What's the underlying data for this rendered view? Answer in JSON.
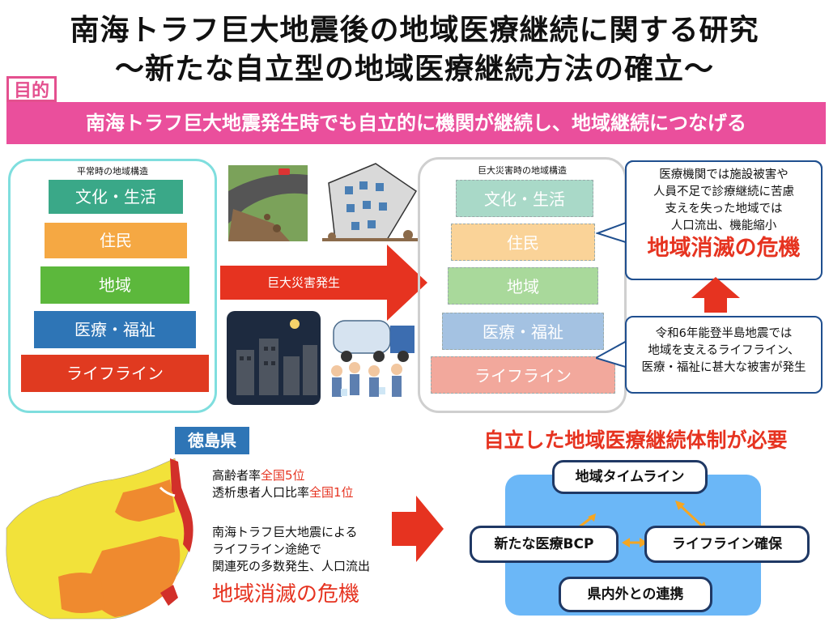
{
  "title": {
    "line1": "南海トラフ巨大地震後の地域医療継続に関する研究",
    "line2": "〜新たな自立型の地域医療継続方法の確立〜"
  },
  "purpose": {
    "tag": "目的",
    "text": "南海トラフ巨大地震発生時でも自立的に機関が継続し、地域継続につなげる"
  },
  "normal": {
    "label": "平常時の地域構造",
    "layers": [
      "文化・生活",
      "住民",
      "地域",
      "医療・福祉",
      "ライフライン"
    ]
  },
  "disaster": {
    "label": "巨大災害時の地域構造",
    "layers": [
      "文化・生活",
      "住民",
      "地域",
      "医療・福祉",
      "ライフライン"
    ]
  },
  "arrow_label": "巨大災害発生",
  "callout_top": {
    "lines": [
      "医療機関では施設被害や",
      "人員不足で診療継続に苦慮",
      "支えを失った地域では",
      "人口流出、機能縮小"
    ],
    "emphasis": "地域消滅の危機"
  },
  "callout_bottom": {
    "lines": [
      "令和6年能登半島地震では",
      "地域を支えるライフライン、",
      "医療・福祉に甚大な被害が発生"
    ]
  },
  "prefecture": "徳島県",
  "stats": {
    "elderly_prefix": "高齢者率",
    "elderly_rank": "全国5位",
    "dialysis_prefix": "透析患者人口比率",
    "dialysis_rank": "全国1位"
  },
  "impact": {
    "lines": [
      "南海トラフ巨大地震による",
      "ライフライン途絶で",
      "関連死の多数発生、人口流出"
    ],
    "emphasis": "地域消滅の危機"
  },
  "need": "自立した地域医療継続体制が必要",
  "nodes": {
    "timeline": "地域タイムライン",
    "bcp": "新たな医療BCP",
    "lifeline": "ライフライン確保",
    "cooperation": "県内外との連携"
  },
  "colors": {
    "culture": "#3aa888",
    "residents": "#f5a843",
    "region": "#5cb83c",
    "medical": "#2e75b6",
    "lifeline": "#e03a20",
    "pink": "#ea4f9c",
    "red_arrow": "#e63320"
  }
}
